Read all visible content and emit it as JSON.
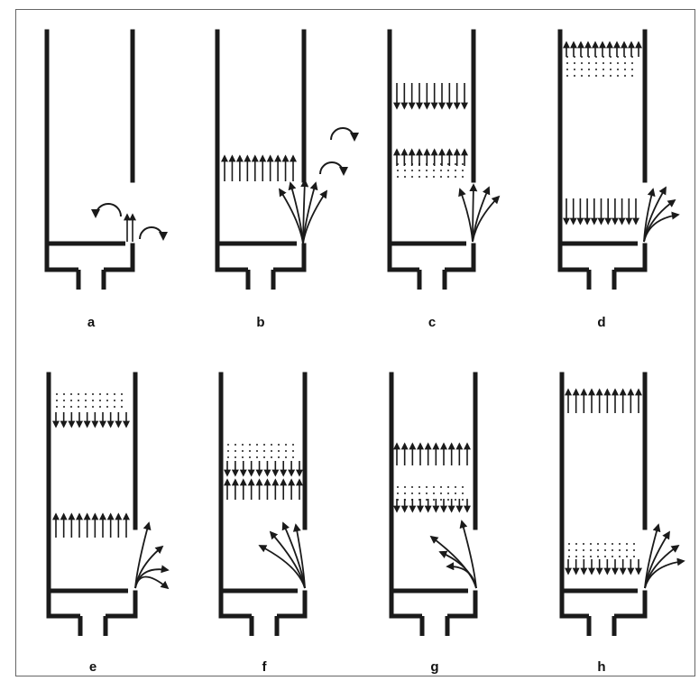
{
  "figure": {
    "panels": [
      {
        "label": "a"
      },
      {
        "label": "b"
      },
      {
        "label": "c"
      },
      {
        "label": "d"
      },
      {
        "label": "e"
      },
      {
        "label": "f"
      },
      {
        "label": "g"
      },
      {
        "label": "h"
      }
    ]
  },
  "colors": {
    "ink": "#1a1a1a",
    "frame": "#666666",
    "background": "#ffffff"
  },
  "icons": {
    "arrow": "arrowhead",
    "swirl": "curved-arrow"
  }
}
